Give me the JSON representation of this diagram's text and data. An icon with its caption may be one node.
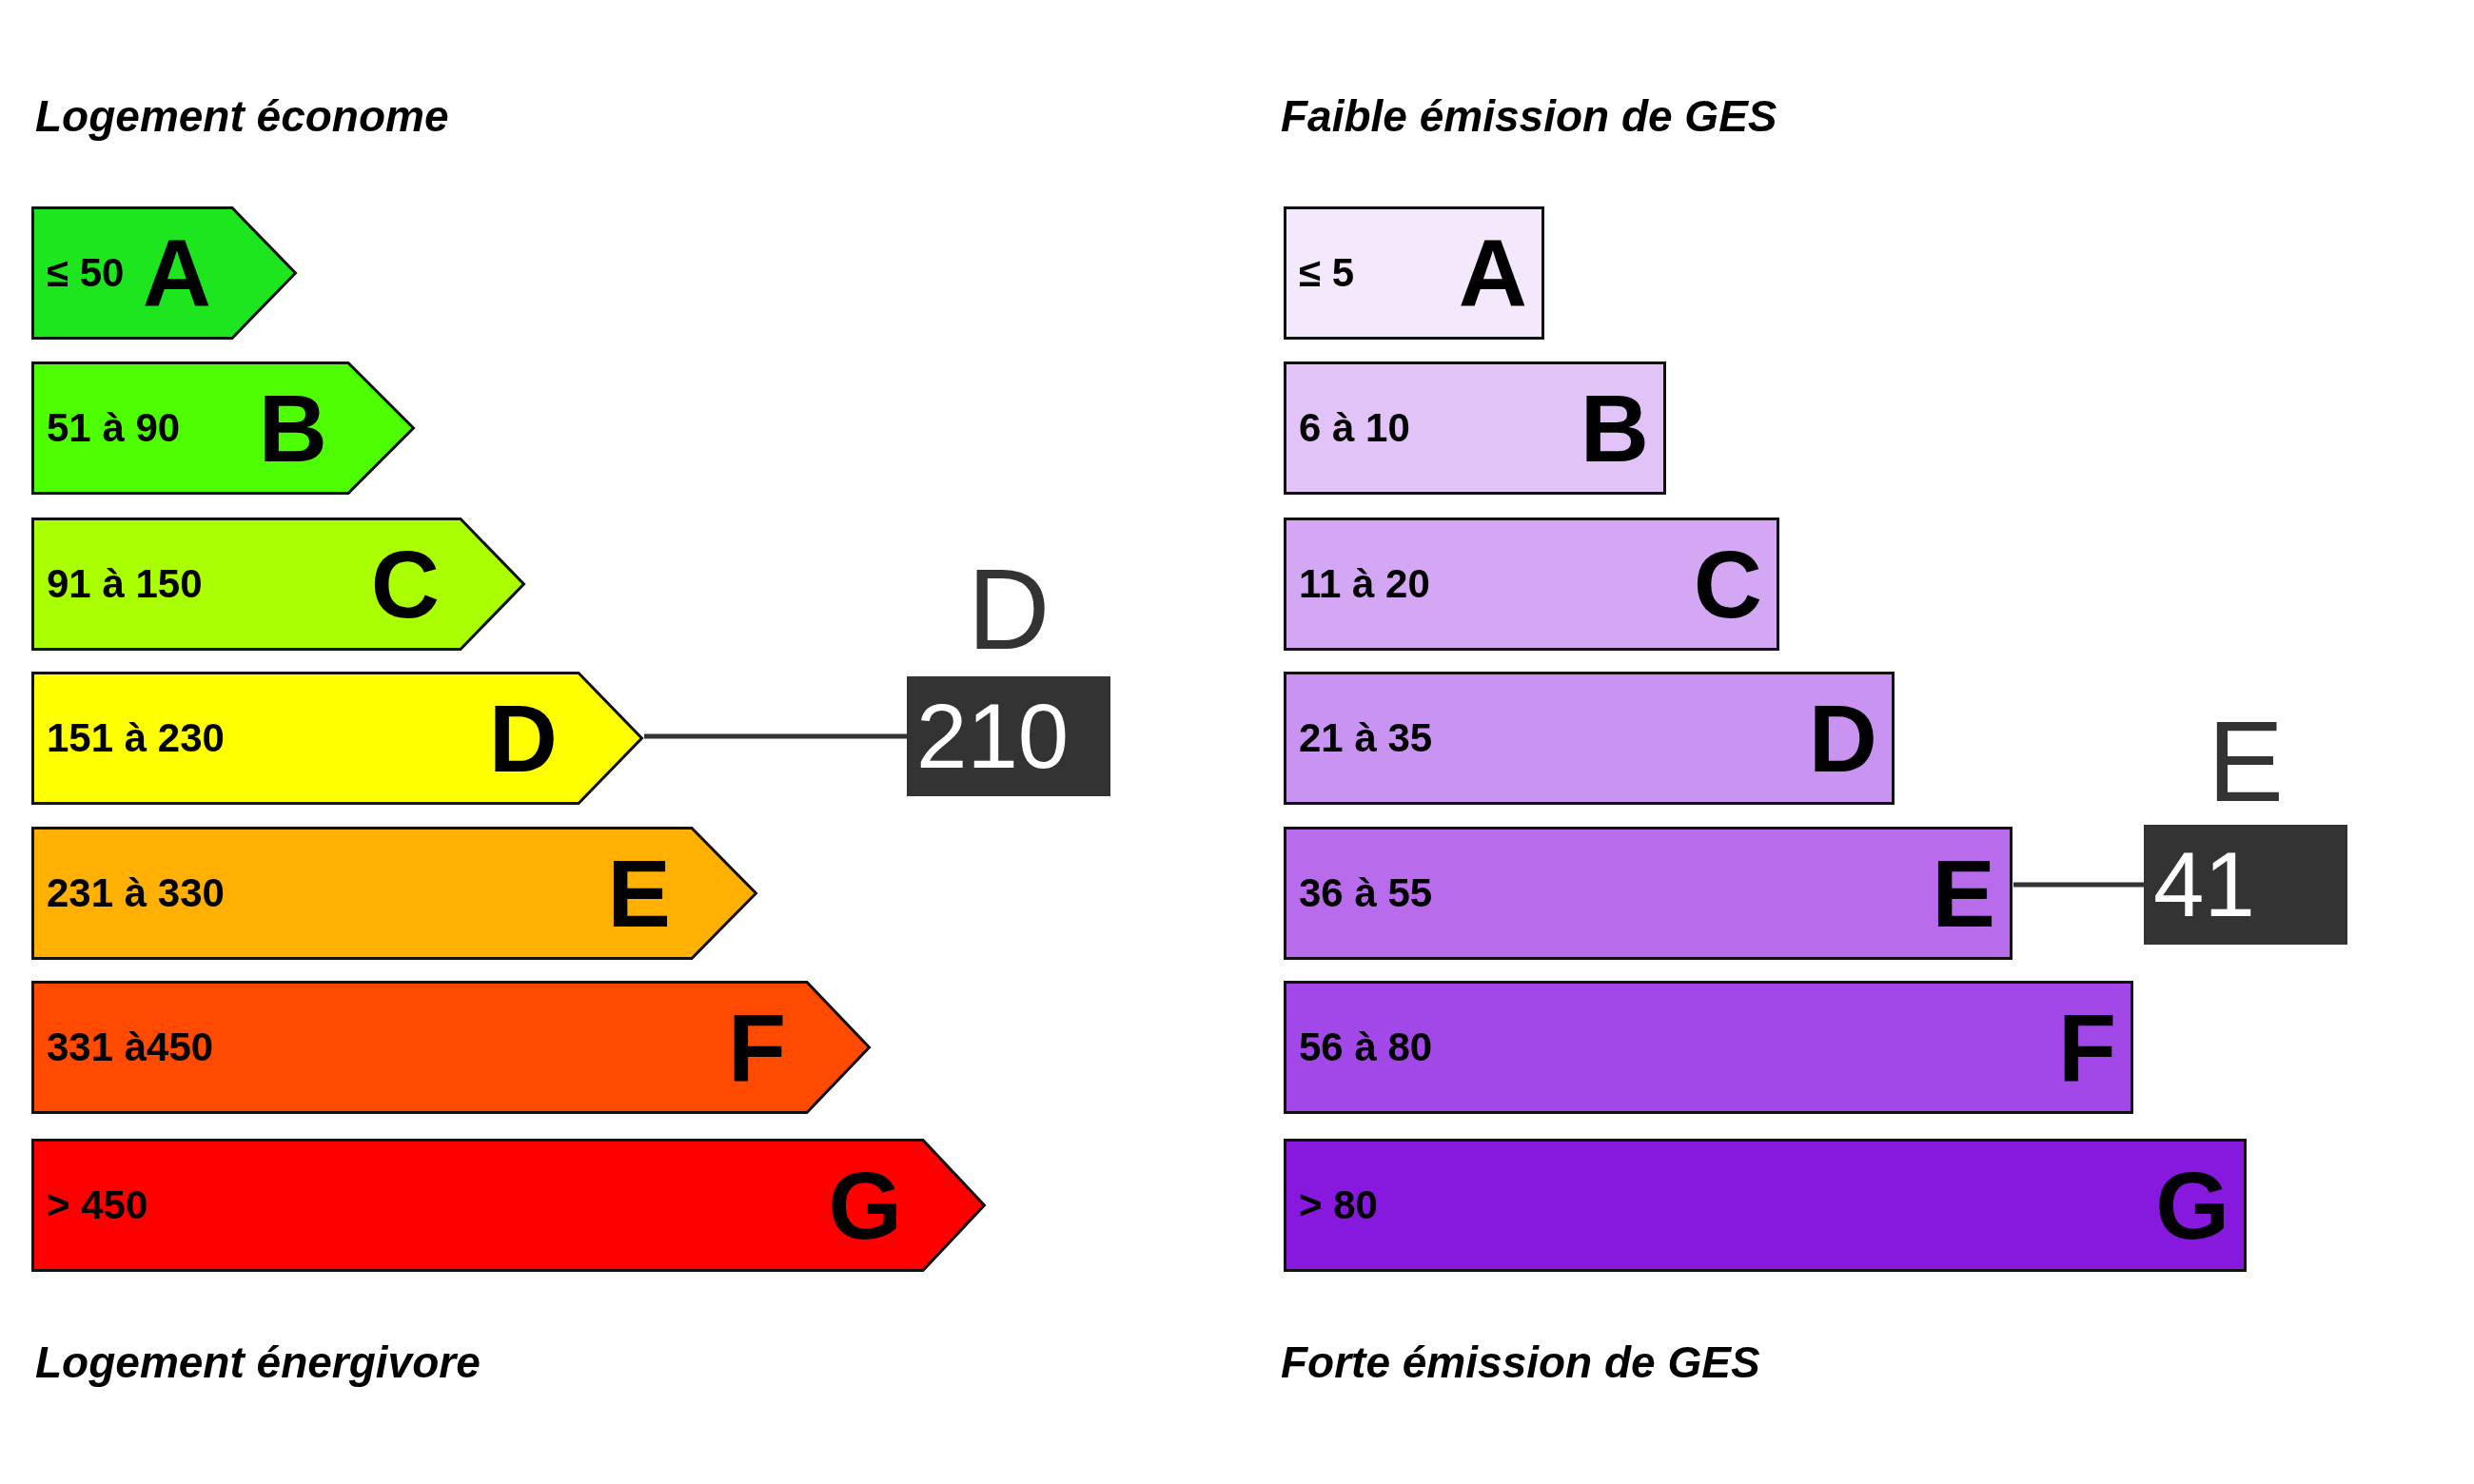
{
  "diagram": {
    "nodes": [
      {
        "text": [
          "≤ 50",
          "A"
        ]
      },
      {
        "text": [
          "51 à 90",
          "B"
        ]
      },
      {
        "text": [
          "91 à 150",
          "C"
        ]
      },
      {
        "text": [
          "151 à 230",
          "D"
        ]
      },
      {
        "text": [
          "231 à 330",
          "E"
        ]
      },
      {
        "text": [
          "331 à450",
          "F"
        ]
      },
      {
        "text": [
          "> 450",
          "G"
        ]
      },
      {
        "text": [
          "D",
          "210"
        ]
      },
      {
        "text": [
          "≤ 5",
          "A"
        ]
      },
      {
        "text": [
          "6 à 10",
          "B"
        ]
      },
      {
        "text": [
          "11 à 20",
          "C"
        ]
      },
      {
        "text": [
          "21 à 35",
          "D"
        ]
      },
      {
        "text": [
          "36 à 55",
          "E"
        ]
      },
      {
        "text": [
          "56 à 80",
          "F"
        ]
      },
      {
        "text": [
          "> 80",
          "G"
        ]
      },
      {
        "text": [
          "E",
          "41"
        ]
      }
    ],
    "edges": [
      {
        "from": 7,
        "to": 3,
        "arrow": "none"
      },
      {
        "from": 15,
        "to": 12,
        "arrow": "none"
      }
    ],
    "labels": [
      "Logement économe",
      "Faible émission de GES",
      "Logement énergivore",
      "Forte émission de GES"
    ]
  }
}
